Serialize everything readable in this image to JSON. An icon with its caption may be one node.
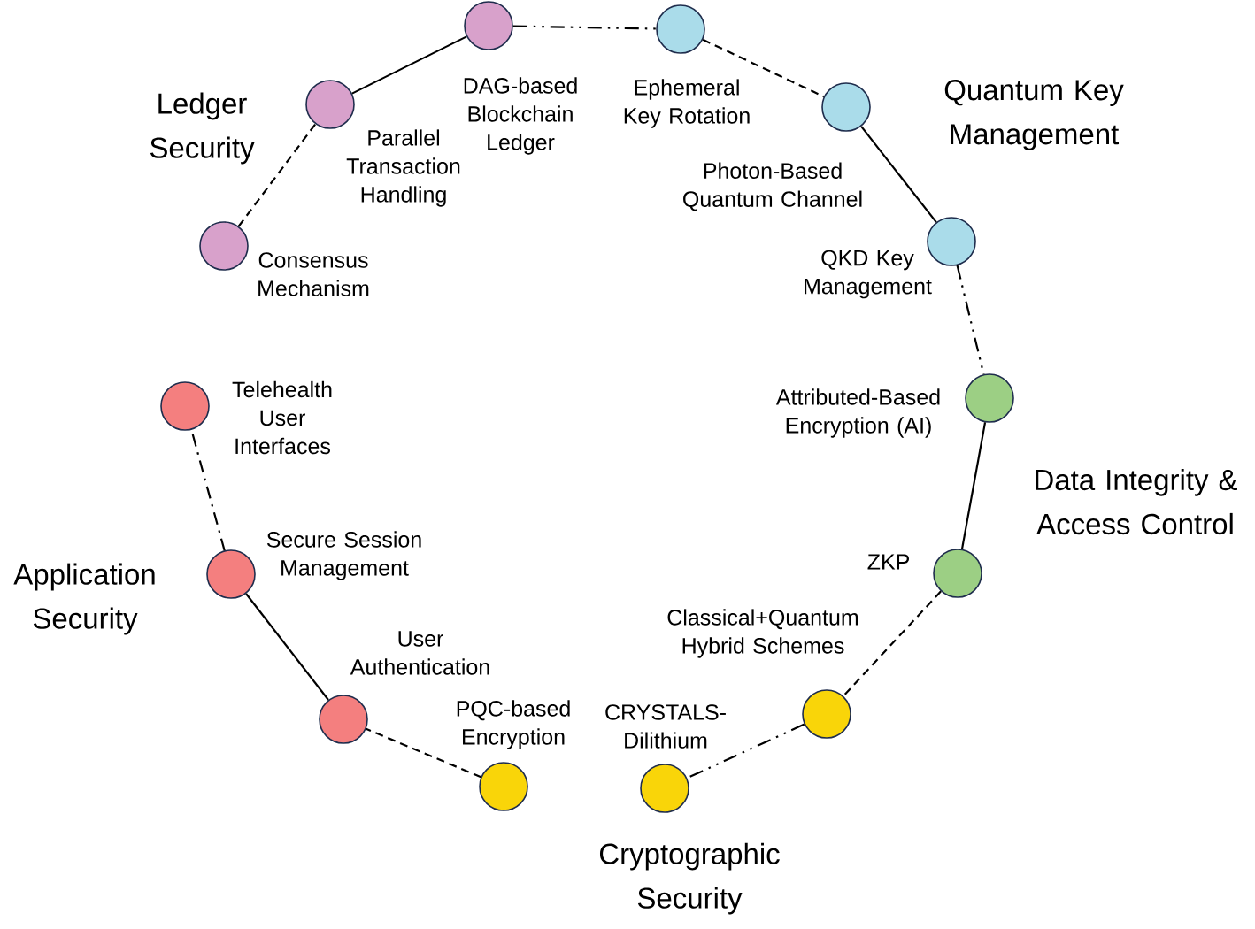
{
  "diagram": {
    "nodes": [
      {
        "text": [],
        "shape": "circle",
        "beside": [
          "Consensus Mechanism"
        ]
      },
      {
        "text": [],
        "shape": "circle",
        "beside": [
          "Parallel Transaction Handling"
        ]
      },
      {
        "text": [],
        "shape": "circle",
        "beside": [
          "DAG-based Blockchain Ledger"
        ]
      },
      {
        "text": [],
        "shape": "circle",
        "beside": [
          "Ephemeral Key Rotation"
        ]
      },
      {
        "text": [],
        "shape": "circle",
        "beside": [
          "Photon-Based Quantum Channel"
        ]
      },
      {
        "text": [],
        "shape": "circle",
        "beside": [
          "QKD Key Management"
        ]
      },
      {
        "text": [],
        "shape": "circle",
        "beside": [
          "Attributed-Based Encryption (AI)"
        ]
      },
      {
        "text": [],
        "shape": "circle",
        "beside": [
          "ZKP"
        ]
      },
      {
        "text": [],
        "shape": "circle",
        "beside": [
          "Classical+Quantum Hybrid Schemes"
        ]
      },
      {
        "text": [],
        "shape": "circle",
        "beside": [
          "CRYSTALS-Dilithium"
        ]
      },
      {
        "text": [],
        "shape": "circle",
        "beside": [
          "PQC-based Encryption"
        ]
      },
      {
        "text": [],
        "shape": "circle",
        "beside": [
          "User Authentication"
        ]
      },
      {
        "text": [],
        "shape": "circle",
        "beside": [
          "Secure Session Management"
        ]
      },
      {
        "text": [],
        "shape": "circle",
        "beside": [
          "Telehealth User Interfaces"
        ]
      }
    ],
    "edges": [
      {
        "from": 0,
        "to": 1,
        "arrow": "none",
        "style": "dashed"
      },
      {
        "from": 1,
        "to": 2,
        "arrow": "none"
      },
      {
        "from": 2,
        "to": 3,
        "arrow": "none",
        "style": "dashed"
      },
      {
        "from": 3,
        "to": 4,
        "arrow": "none",
        "style": "dashed"
      },
      {
        "from": 4,
        "to": 5,
        "arrow": "none"
      },
      {
        "from": 5,
        "to": 6,
        "arrow": "none",
        "style": "dashed"
      },
      {
        "from": 6,
        "to": 7,
        "arrow": "none"
      },
      {
        "from": 7,
        "to": 8,
        "arrow": "none",
        "style": "dashed"
      },
      {
        "from": 8,
        "to": 9,
        "arrow": "none",
        "style": "dashed"
      },
      {
        "from": 10,
        "to": 11,
        "arrow": "none",
        "style": "dashed"
      },
      {
        "from": 11,
        "to": 12,
        "arrow": "none"
      },
      {
        "from": 12,
        "to": 13,
        "arrow": "none",
        "style": "dashed"
      }
    ],
    "labels": [
      "Ledger Security",
      "Quantum Key Management",
      "Data Integrity & Access Control",
      "Application Security",
      "Cryptographic Security"
    ]
  }
}
